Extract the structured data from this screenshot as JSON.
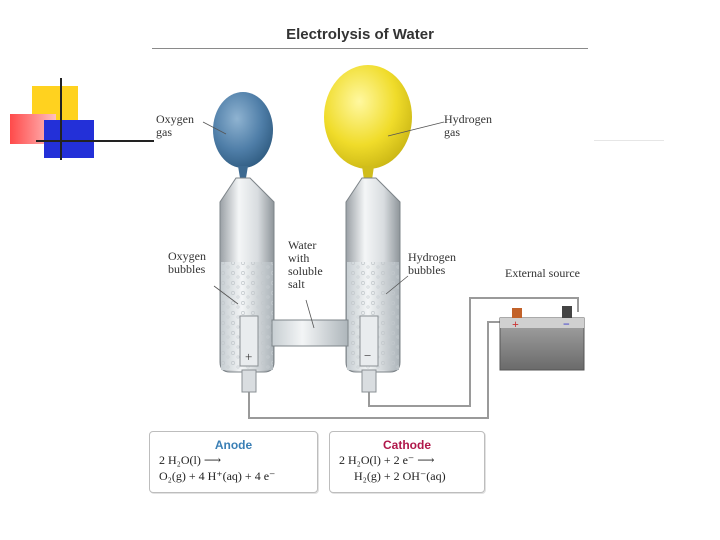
{
  "title": "Electrolysis of Water",
  "labels": {
    "oxygen_gas": [
      "Oxygen",
      "gas"
    ],
    "hydrogen_gas": [
      "Hydrogen",
      "gas"
    ],
    "oxygen_bubbles": [
      "Oxygen",
      "bubbles"
    ],
    "hydrogen_bubbles": [
      "Hydrogen",
      "bubbles"
    ],
    "water": [
      "Water",
      "with",
      "soluble",
      "salt"
    ],
    "external_source": "External source",
    "anode_sign": "+",
    "cathode_sign": "−"
  },
  "anode": {
    "title": "Anode",
    "line1": "2 H₂O(l) ⟶",
    "line2": "O₂(g) + 4 H⁺(aq) + 4 e⁻"
  },
  "cathode": {
    "title": "Cathode",
    "line1": "2 H₂O(l) + 2 e⁻ ⟶",
    "line2": "H₂(g) + 2 OH⁻(aq)"
  },
  "colors": {
    "oxygen_balloon": "#4f7ea8",
    "hydrogen_balloon": "#f0dc2a",
    "anode_title": "#3a7fb5",
    "cathode_title": "#b0174a",
    "battery": "#8a8a8a"
  }
}
